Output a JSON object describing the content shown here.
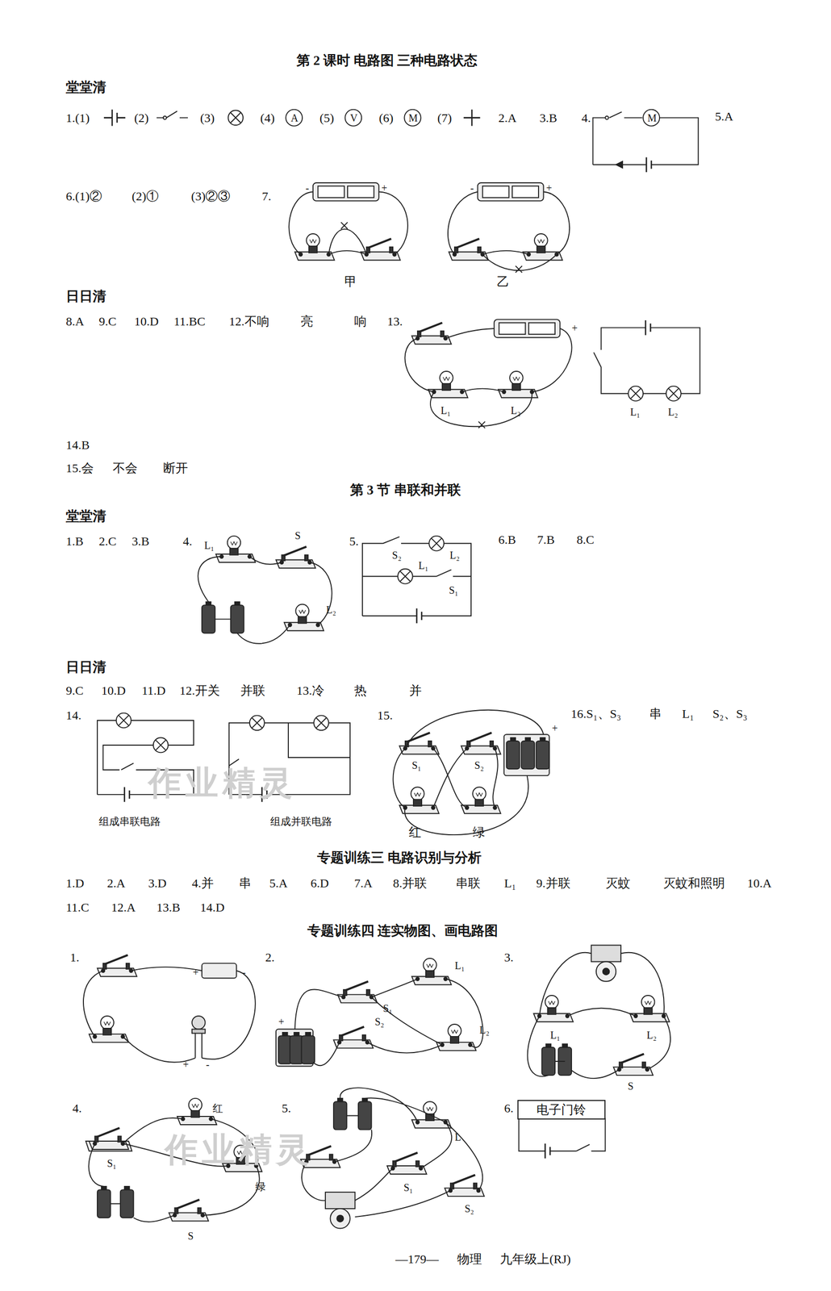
{
  "diagram": {
    "nodes": [
      {
        "text": [
          "电子门铃"
        ]
      }
    ],
    "labels": [
      "第 2 课时 电路图 三种电路状态",
      "堂堂清",
      "1.(1)",
      "(2)",
      "(3)",
      "(4)",
      "A",
      "(5)",
      "V",
      "(6)",
      "M",
      "(7)",
      "2.A",
      "3.B",
      "4.",
      "M",
      "5.A",
      "6.(1)②",
      "(2)①",
      "(3)②③",
      "7.",
      "-",
      "+",
      "甲",
      "-",
      "+",
      "乙",
      "日日清",
      "8.A",
      "9.C",
      "10.D",
      "11.BC",
      "12.不响",
      "亮",
      "响",
      "13.",
      "+",
      "L₁",
      "L₂",
      "L₁",
      "L₂",
      "14.B",
      "15.会",
      "不会",
      "断开",
      "第 3 节 串联和并联",
      "堂堂清",
      "1.B",
      "2.C",
      "3.B",
      "4.",
      "L₁",
      "S",
      "L₂",
      "5.",
      "S₂",
      "L₂",
      "L₁",
      "S₁",
      "6.B",
      "7.B",
      "8.C",
      "日日清",
      "9.C",
      "10.D",
      "11.D",
      "12.开关",
      "并联",
      "13.冷",
      "热",
      "并",
      "14.",
      "组成串联电路",
      "组成并联电路",
      "15.",
      "S₁",
      "S₂",
      "+",
      "红",
      "绿",
      "16.S₁、S₃",
      "串",
      "L₁",
      "S₂、S₃",
      "专题训练三 电路识别与分析",
      "1.D",
      "2.A",
      "3.D",
      "4.并",
      "串",
      "5.A",
      "6.D",
      "7.A",
      "8.并联",
      "串联",
      "L₁",
      "9.并联",
      "灭蚊",
      "灭蚊和照明",
      "10.A",
      "11.C",
      "12.A",
      "13.B",
      "14.D",
      "专题训练四 连实物图、画电路图",
      "1.",
      "+",
      "-",
      "+",
      "-",
      "2.",
      "L₁",
      "S₁",
      "S₂",
      "L₂",
      "+",
      "3.",
      "L₁",
      "L₂",
      "S",
      "4.",
      "红",
      "S₁",
      "绿",
      "S",
      "5.",
      "L",
      "S₁",
      "S₂",
      "6.",
      "—179—",
      "物理",
      "九年级上(RJ)",
      "作业精灵",
      "作业精灵"
    ]
  }
}
